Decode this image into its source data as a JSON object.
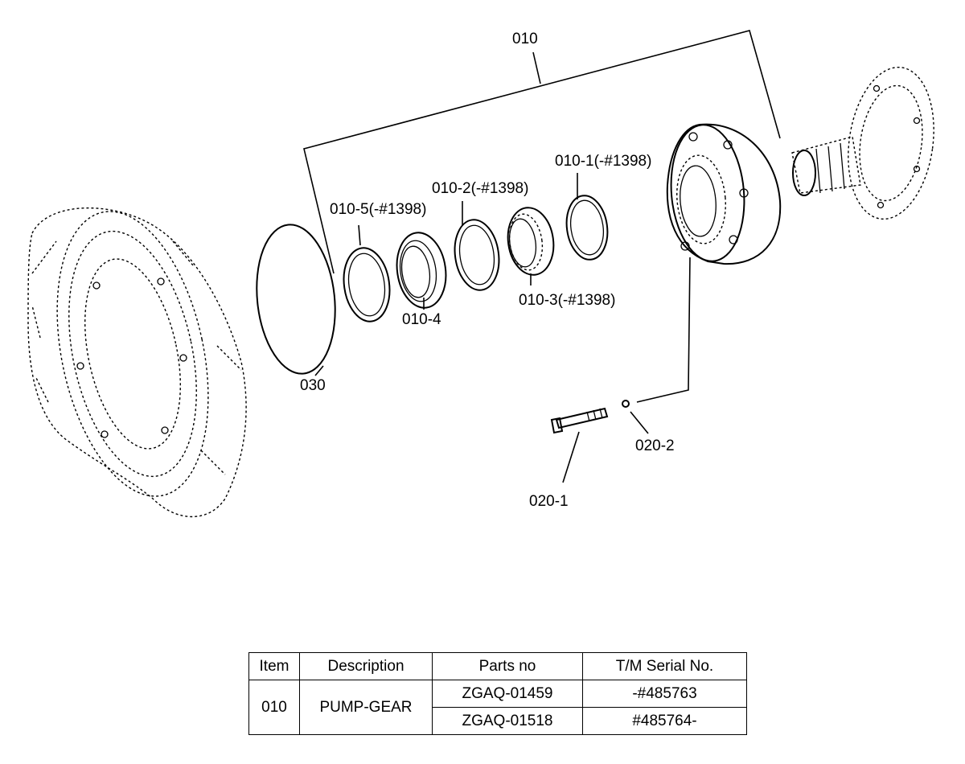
{
  "labels": {
    "assembly": "010",
    "part_010_1": "010-1(-#1398)",
    "part_010_2": "010-2(-#1398)",
    "part_010_3": "010-3(-#1398)",
    "part_010_4": "010-4",
    "part_010_5": "010-5(-#1398)",
    "part_020_1": "020-1",
    "part_020_2": "020-2",
    "part_030": "030"
  },
  "table": {
    "headers": [
      "Item",
      "Description",
      "Parts no",
      "T/M Serial No."
    ],
    "item": "010",
    "description": "PUMP-GEAR",
    "rows": [
      {
        "parts_no": "ZGAQ-01459",
        "serial": "-#485763"
      },
      {
        "parts_no": "ZGAQ-01518",
        "serial": "#485764-"
      }
    ]
  }
}
